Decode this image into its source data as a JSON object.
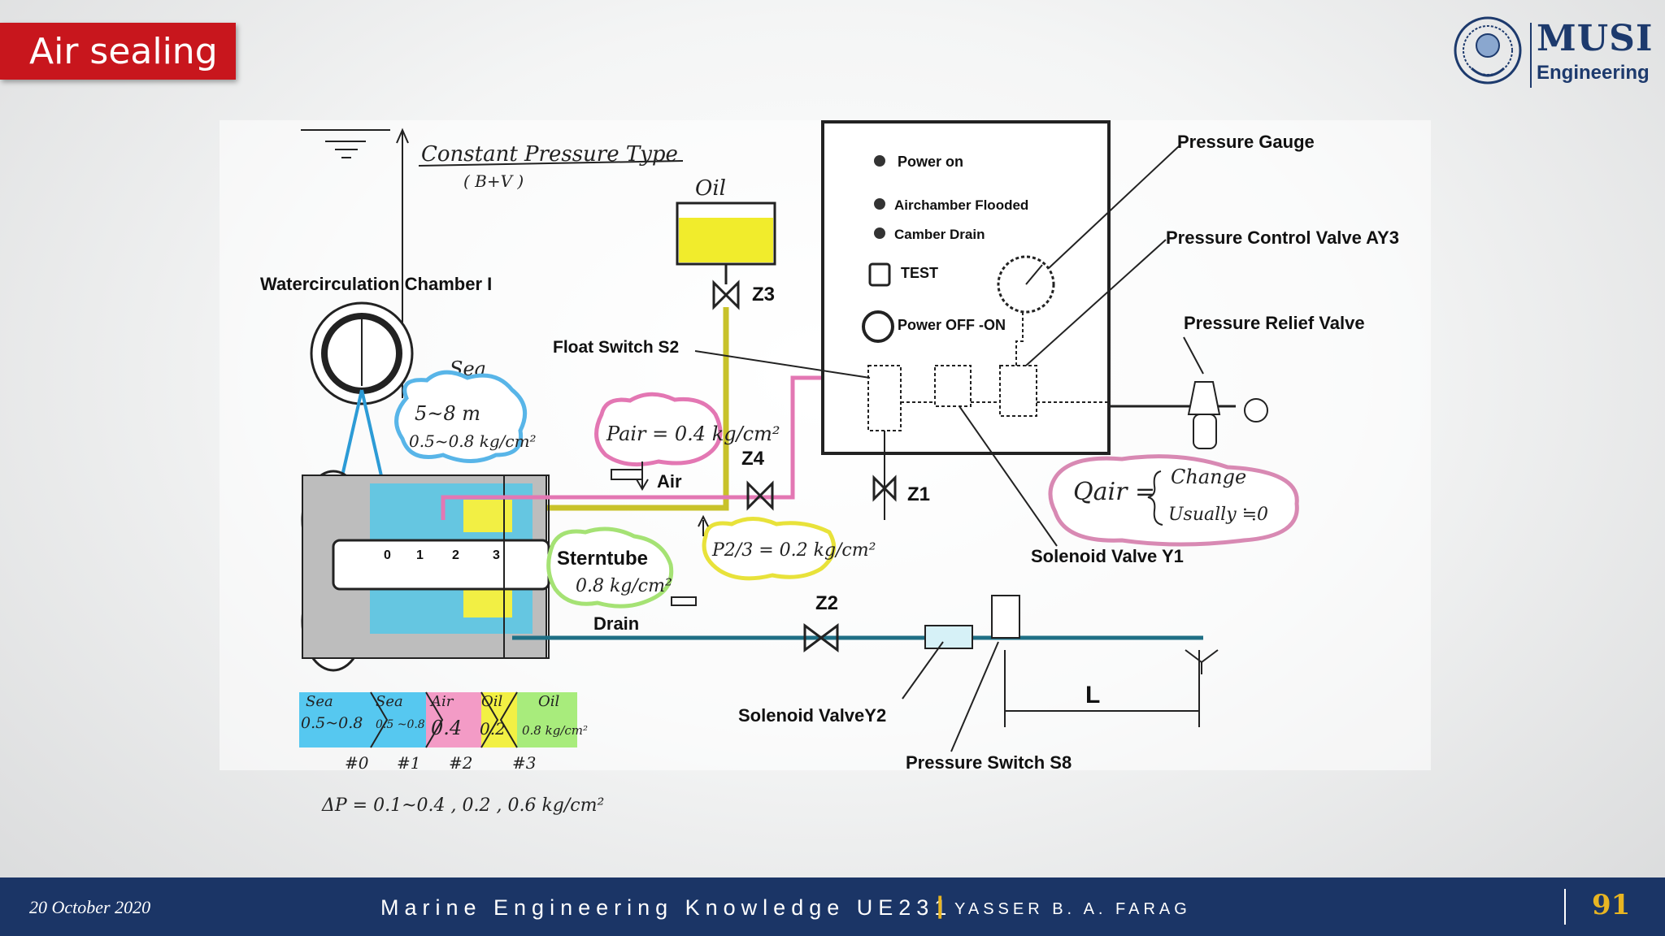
{
  "slide_title": "Air sealing",
  "logo": {
    "name": "MUSI",
    "subtitle": "Engineering"
  },
  "diagram": {
    "type_title": "Constant   Pressure   Type",
    "type_sub": "( B+V )",
    "oil_tank": "Oil",
    "water_chamber": "Watercirculation Chamber I",
    "sea_label": "Sea",
    "sea_depth": "5~8 m",
    "sea_pressure": "0.5~0.8 kg/cm²",
    "p_air": "Pair = 0.4 kg/cm²",
    "air_label": "Air",
    "p23": "P2/3 = 0.2 kg/cm²",
    "sterntube": "Sterntube",
    "sterntube_pressure": "0.8 kg/cm²",
    "drain": "Drain",
    "float_switch": "Float Switch S2",
    "valve_z1": "Z1",
    "valve_z2": "Z2",
    "valve_z3": "Z3",
    "valve_z4": "Z4",
    "panel": {
      "power_on": "Power on",
      "air_chamber": "Airchamber Flooded",
      "chamber_drain": "Camber Drain",
      "test": "TEST",
      "power_off_on": "Power OFF -ON"
    },
    "pressure_gauge": "Pressure Gauge",
    "pressure_control_valve": "Pressure Control Valve AY3",
    "pressure_relief_valve": "Pressure Relief Valve",
    "q_air": "Qair =",
    "q_change": "Change",
    "q_usually": "Usually ≒0",
    "solenoid_y1": "Solenoid Valve Y1",
    "solenoid_y2": "Solenoid ValveY2",
    "pressure_switch": "Pressure Switch S8",
    "length_label": "L",
    "seal_numbers": [
      "0",
      "1",
      "2",
      "3"
    ],
    "bar": {
      "cells": [
        {
          "top": "Sea",
          "value": "0.5~0.8",
          "color": "#56c8f0"
        },
        {
          "top": "Sea",
          "value": "0.5 ~0.8",
          "color": "#56c8f0"
        },
        {
          "top": "Air",
          "value": "0.4",
          "color": "#f39bc6"
        },
        {
          "top": "Oil",
          "value": "0.2",
          "color": "#f2f044"
        },
        {
          "top": "Oil",
          "value": "0.8 kg/cm²",
          "color": "#a8ec7c"
        }
      ],
      "marks": [
        "#0",
        "#1",
        "#2",
        "#3"
      ]
    },
    "delta_p": "ΔP = 0.1~0.4 ,  0.2 ,  0.6   kg/cm²"
  },
  "footer": {
    "date": "20 October 2020",
    "course": "Marine Engineering Knowledge UE231",
    "separator": "|",
    "author": "YASSER B. A. FARAG",
    "page": "91"
  }
}
